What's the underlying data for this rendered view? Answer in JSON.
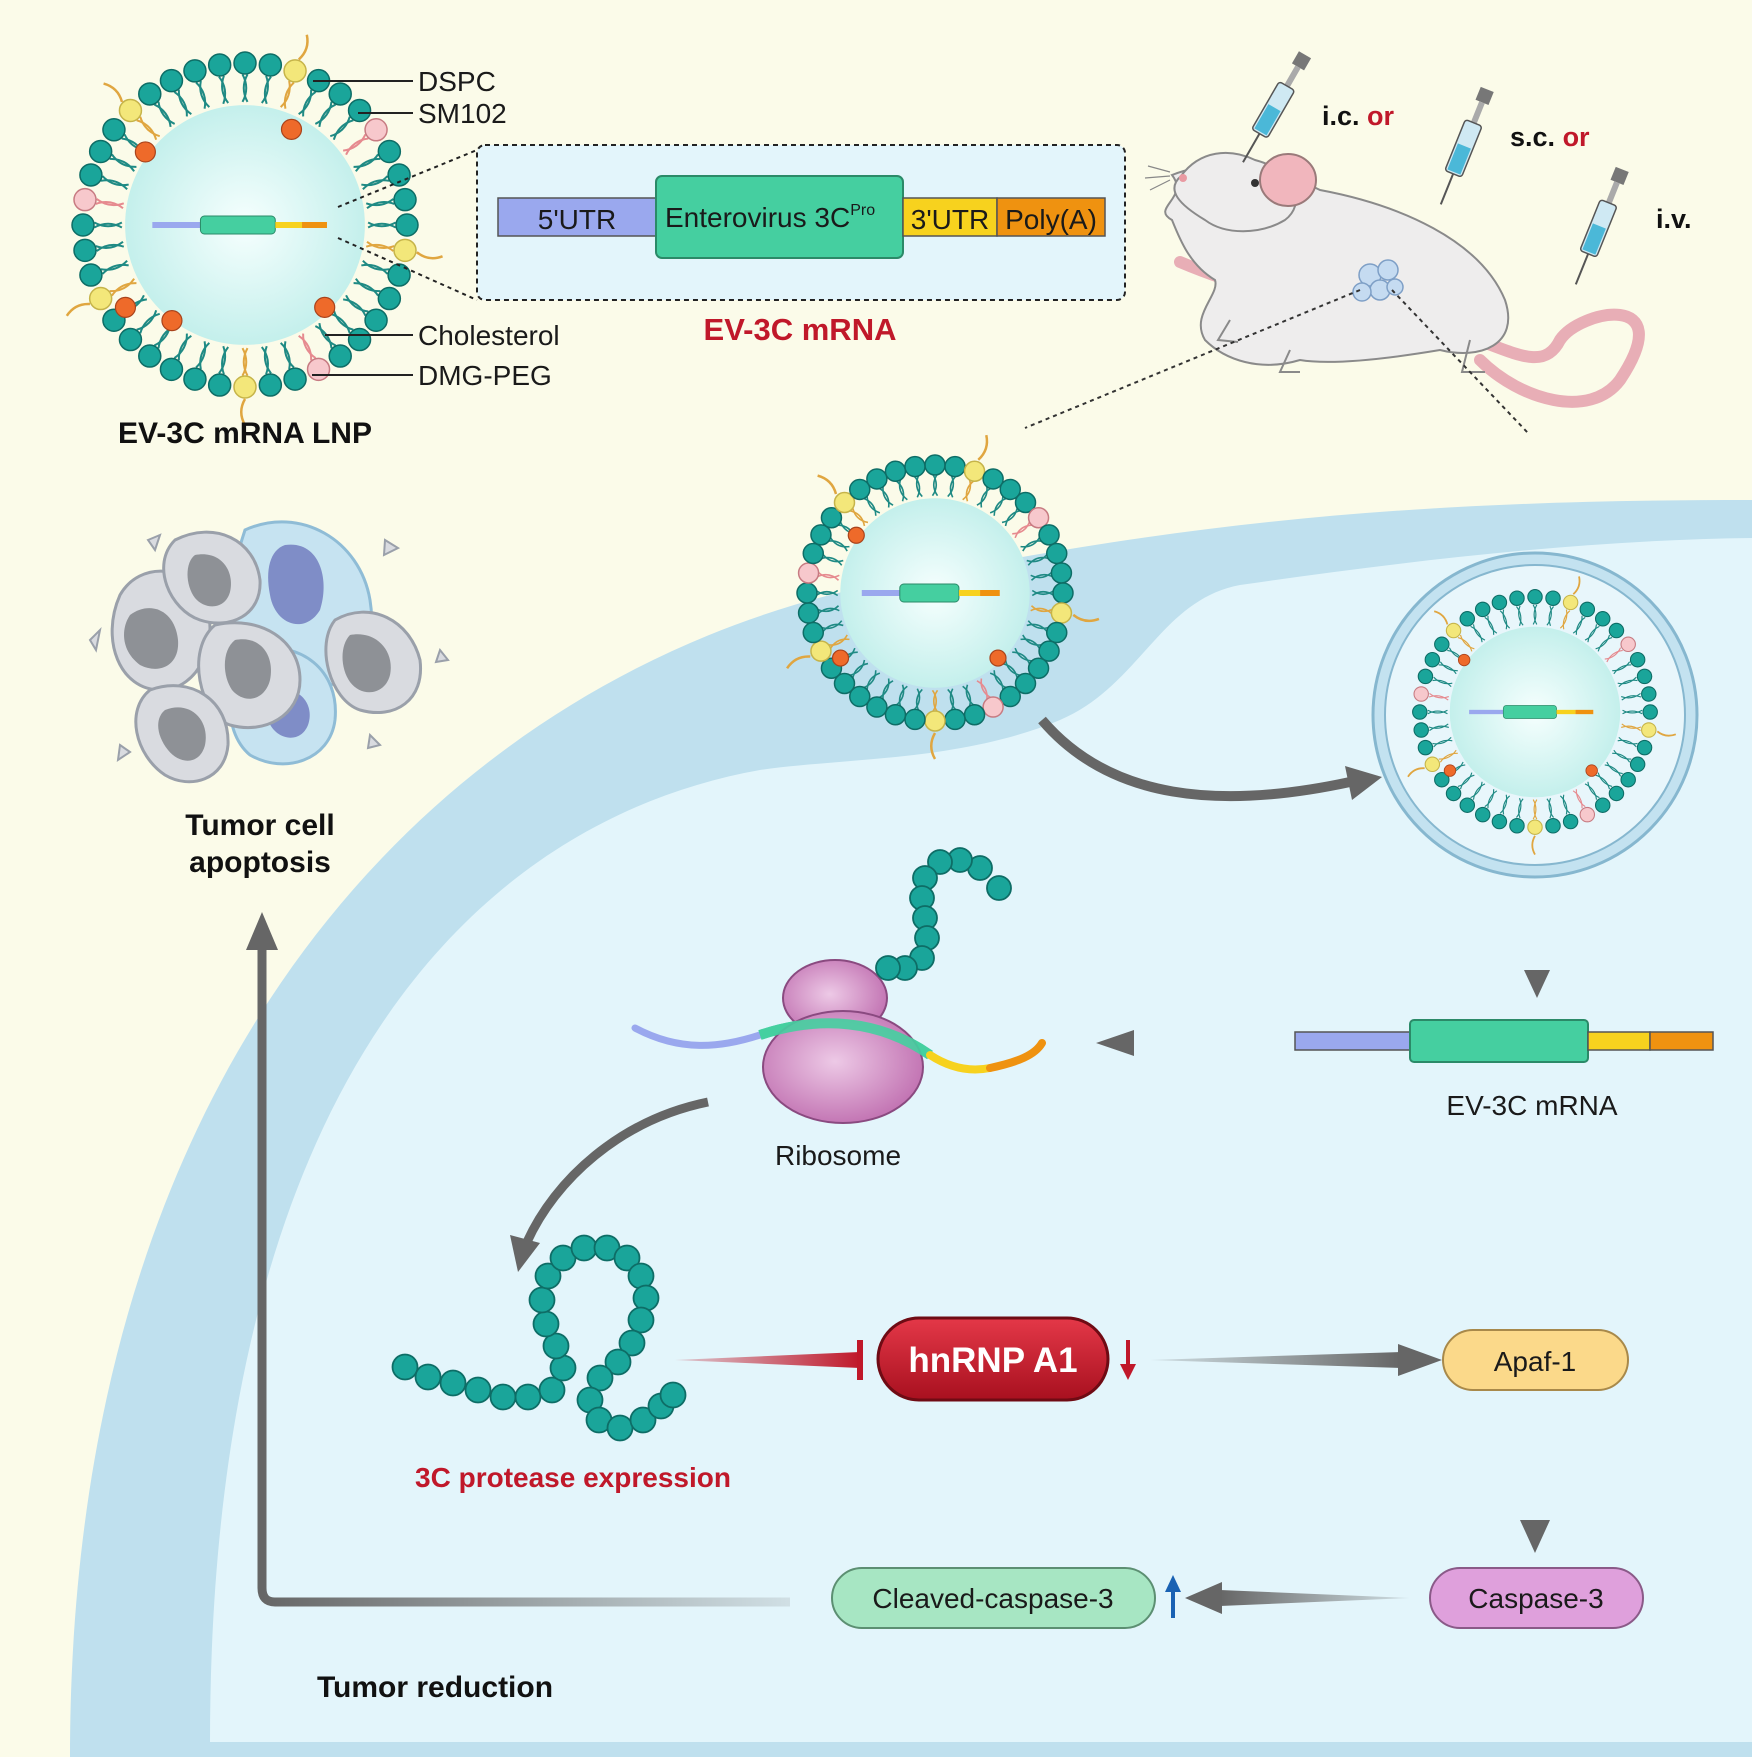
{
  "lnp": {
    "title": "EV-3C mRNA LNP",
    "labels": {
      "dspc": "DSPC",
      "sm102": "SM102",
      "cholesterol": "Cholesterol",
      "dmgpeg": "DMG-PEG"
    }
  },
  "construct": {
    "utr5": "5'UTR",
    "cds": "Enterovirus 3C",
    "cds_sup": "Pro",
    "utr3": "3'UTR",
    "polya": "Poly(A)",
    "caption": "EV-3C mRNA"
  },
  "routes": {
    "ic": "i.c.",
    "sc": "s.c.",
    "iv": "i.v.",
    "or": "or"
  },
  "pathway": {
    "tumor_apoptosis_line1": "Tumor cell",
    "tumor_apoptosis_line2": "apoptosis",
    "mrna_label": "EV-3C mRNA",
    "ribosome": "Ribosome",
    "protease": "3C protease expression",
    "hnrnp": "hnRNP A1",
    "apaf": "Apaf-1",
    "caspase3": "Caspase-3",
    "cleaved": "Cleaved-caspase-3",
    "tumor_reduction": "Tumor reduction"
  },
  "colors": {
    "background": "#fbfbe9",
    "cell_fill": "#e3f5fb",
    "membrane": "#bfe0ee",
    "head_teal": "#1aa59a",
    "utr5": "#9aa8ee",
    "cds": "#45cfa0",
    "utr3": "#f7d21e",
    "polya": "#ef9210",
    "accent_red": "#c0182a",
    "hnrnp_fill": "#c81c33",
    "apaf_fill": "#fbd98a",
    "caspase3_fill": "#dfa0dc",
    "cleaved_fill": "#a7e6c3",
    "arrow_gray": "#666666",
    "up_arrow_blue": "#1a62b3"
  }
}
